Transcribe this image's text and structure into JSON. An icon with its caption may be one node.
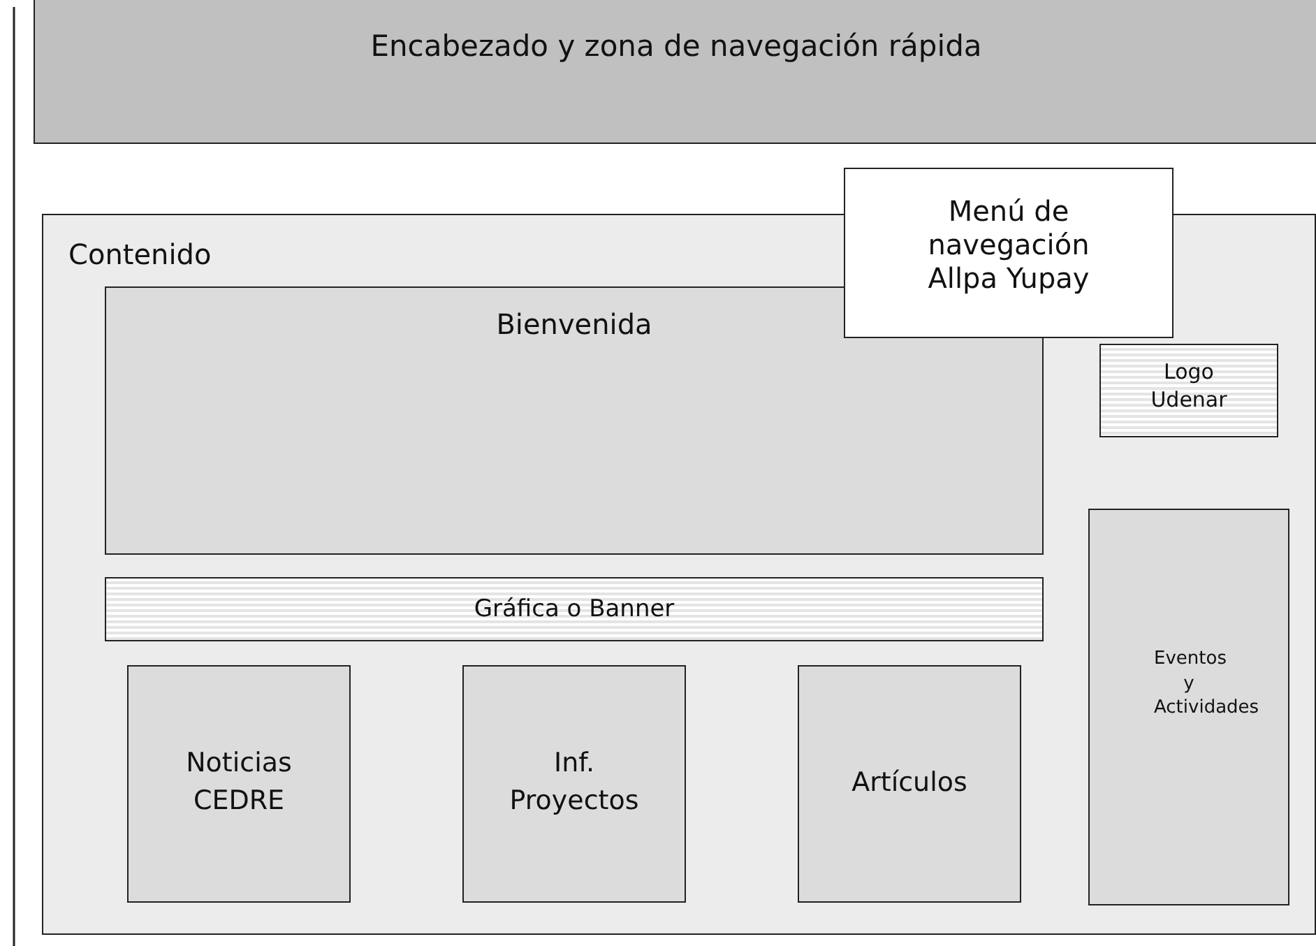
{
  "diagram": {
    "nodes": [
      {
        "text": [
          "Encabezado y zona de navegación rápida"
        ]
      },
      {
        "text": [
          "Contenido"
        ]
      },
      {
        "text": [
          "Menú de navegación Allpa Yupay"
        ]
      },
      {
        "text": [
          "Bienvenida"
        ],
        "in": 1
      },
      {
        "text": [
          "Logo Udenar"
        ],
        "in": 1
      },
      {
        "text": [
          "Gráfica o Banner"
        ],
        "in": 1
      },
      {
        "text": [
          "Noticias CEDRE"
        ],
        "in": 1
      },
      {
        "text": [
          "Inf. Proyectos"
        ],
        "in": 1
      },
      {
        "text": [
          "Artículos"
        ],
        "in": 1
      },
      {
        "text": [
          "Eventos y Actividades"
        ],
        "in": 1
      }
    ]
  }
}
